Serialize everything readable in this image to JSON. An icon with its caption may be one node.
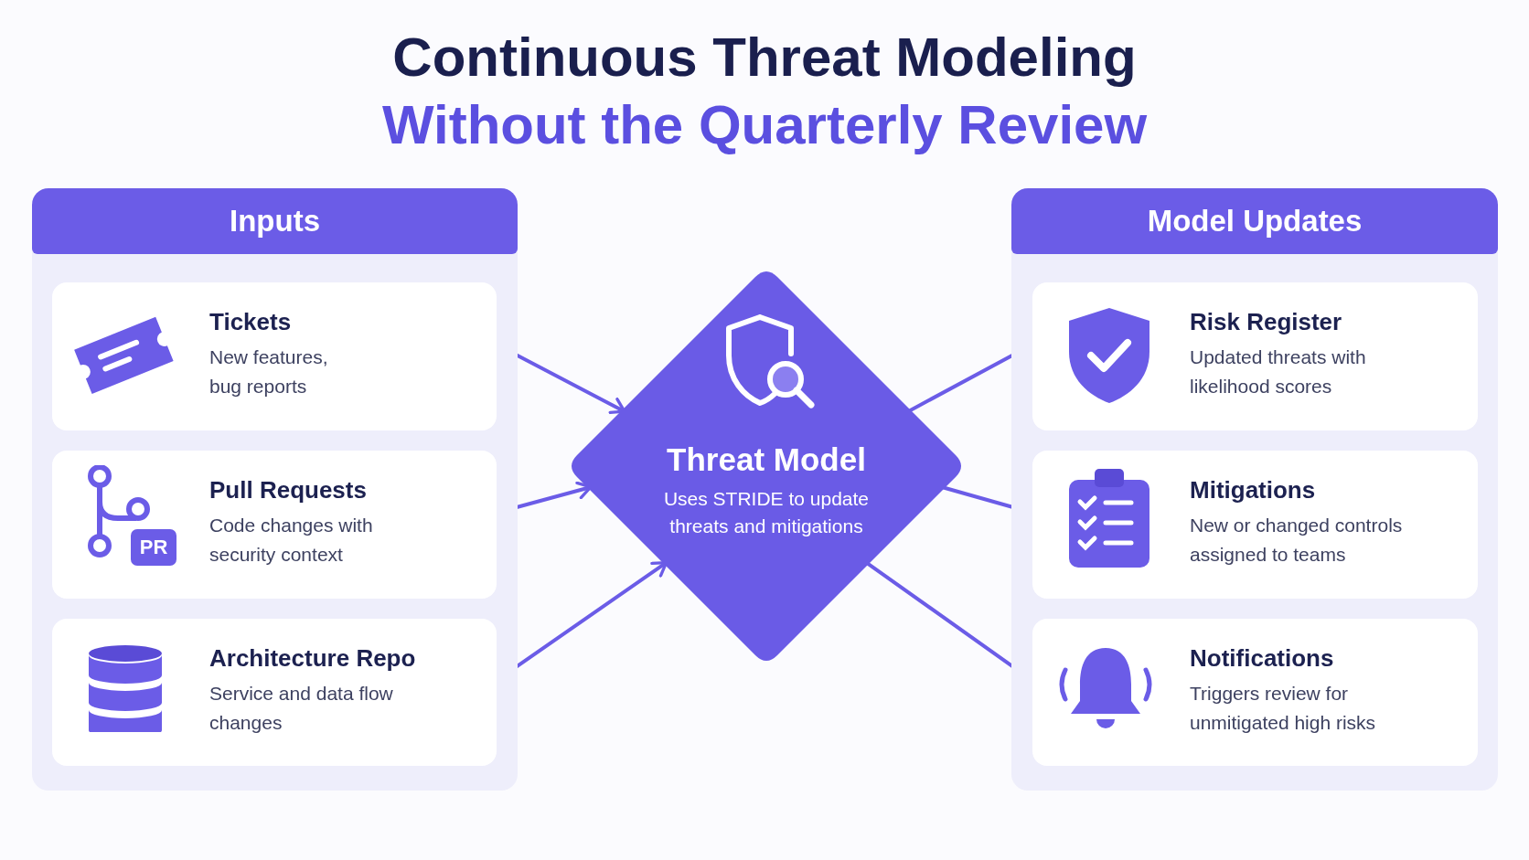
{
  "diagram": {
    "title": "Continuous Threat Modeling",
    "nodes": [
      {
        "text": [
          "Inputs"
        ]
      },
      {
        "text": [
          "Tickets",
          "New features, bug reports"
        ],
        "in": 0
      },
      {
        "text": [
          "Pull Requests",
          "Code changes with security context"
        ],
        "in": 0
      },
      {
        "text": [
          "Architecture Repo",
          "Service and data flow changes"
        ],
        "in": 0
      },
      {
        "text": [
          "Threat Model",
          "Uses STRIDE to update threats and mitigations"
        ]
      },
      {
        "text": [
          "Model Updates"
        ]
      },
      {
        "text": [
          "Risk Register",
          "Updated threats with likelihood scores"
        ],
        "in": 5
      },
      {
        "text": [
          "Mitigations",
          "New or changed controls assigned to teams"
        ],
        "in": 5
      },
      {
        "text": [
          "Notifications",
          "Triggers review for unmitigated high risks"
        ],
        "in": 5
      }
    ],
    "edges": [
      {
        "from": 1,
        "to": 4,
        "arrow": "to"
      },
      {
        "from": 2,
        "to": 4,
        "arrow": "to"
      },
      {
        "from": 3,
        "to": 4,
        "arrow": "to"
      },
      {
        "from": 4,
        "to": 6,
        "arrow": "to"
      },
      {
        "from": 4,
        "to": 7,
        "arrow": "to"
      },
      {
        "from": 4,
        "to": 8,
        "arrow": "to"
      }
    ],
    "labels": [
      "Without the Quarterly Review",
      "PR"
    ]
  }
}
